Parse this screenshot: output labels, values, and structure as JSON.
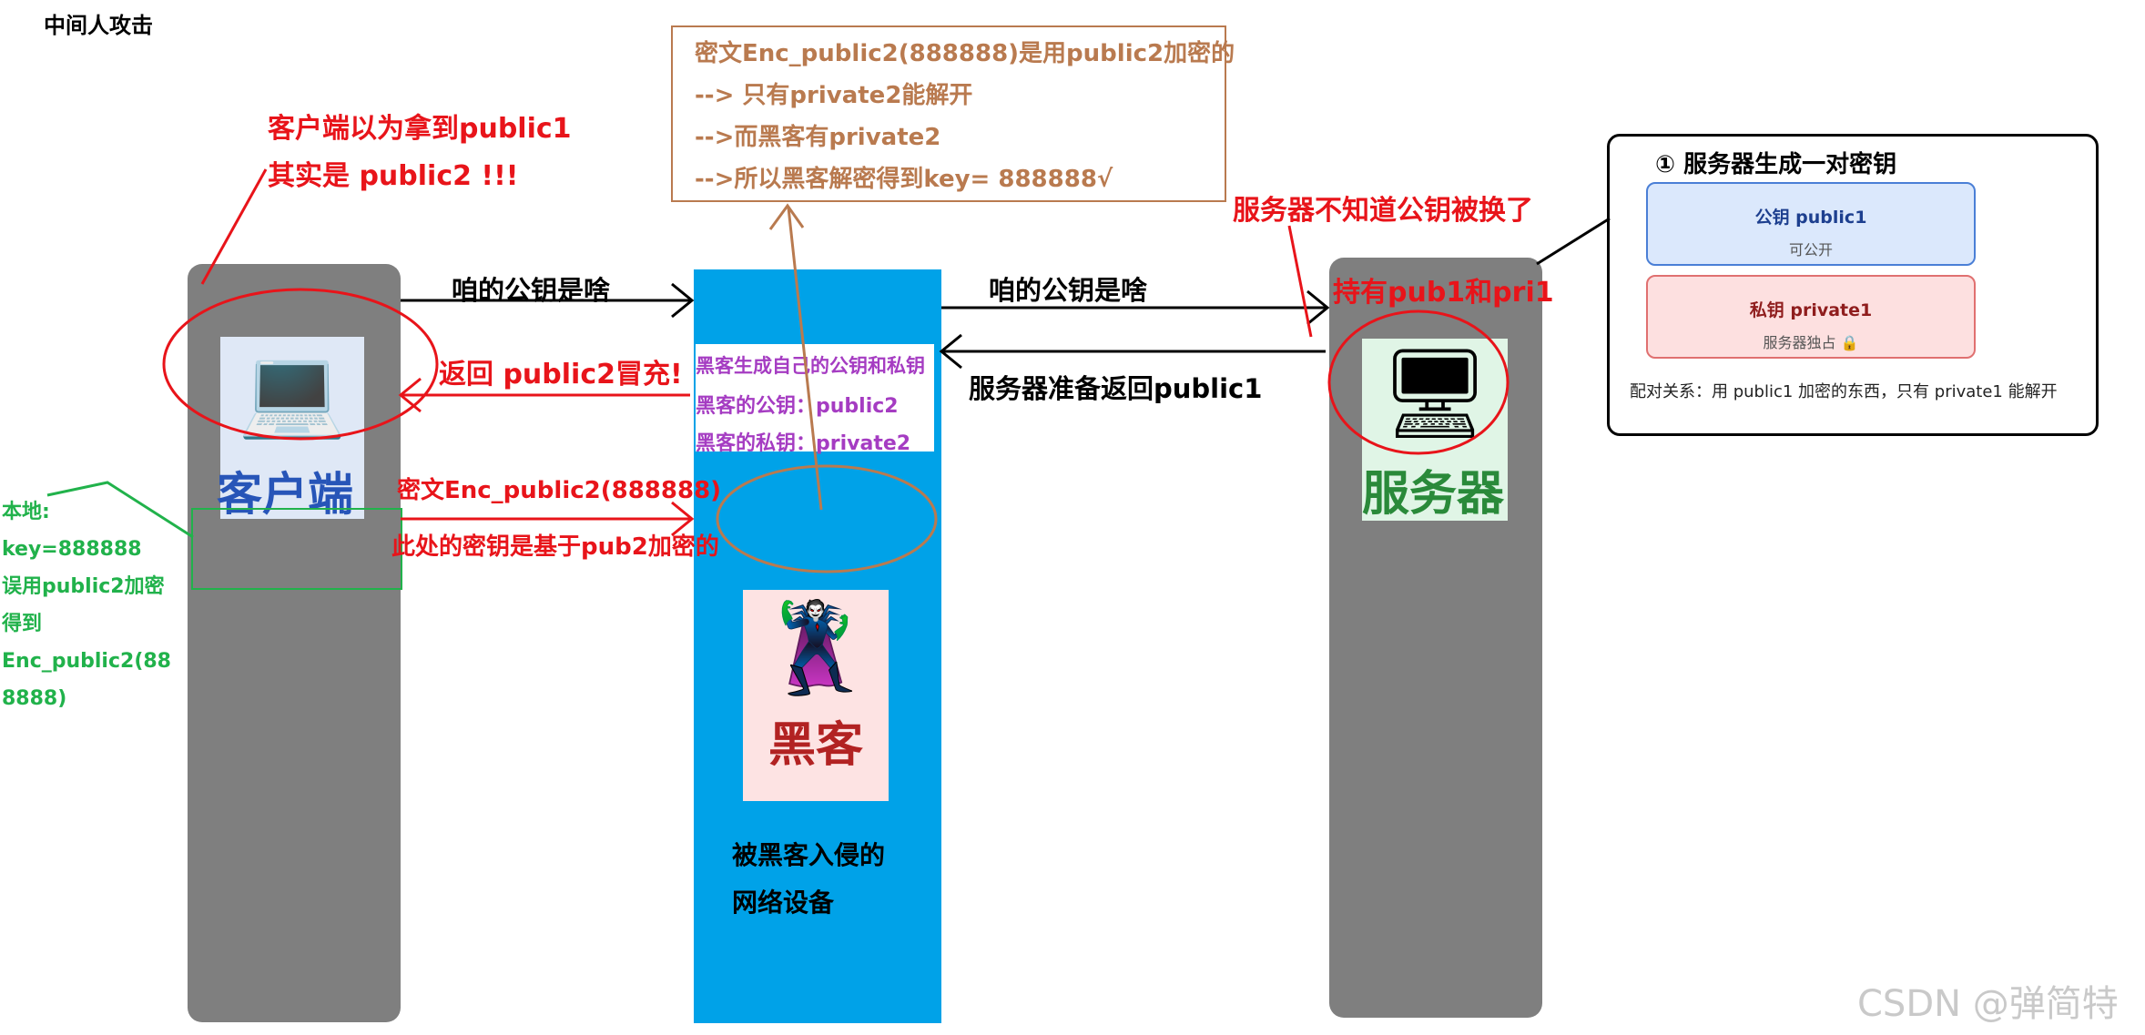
{
  "title": "中间人攻击",
  "client": {
    "icon": "laptop-icon",
    "icon_char": "💻",
    "label": "客户端",
    "note_line1": "客户端以为拿到public1",
    "note_line2": "其实是 public2 !!!"
  },
  "local_note": [
    "本地:",
    "key=888888",
    "误用public2加密",
    "得到",
    "Enc_public2(88",
    "8888)"
  ],
  "arrows": {
    "client_ask": "咱的公钥是啥",
    "return_fake": "返回 public2冒充!",
    "cipher": "密文Enc_public2(888888)",
    "cipher_note": "此处的密钥是基于pub2加密的",
    "hacker_ask": "咱的公钥是啥",
    "server_return": "服务器准备返回public1"
  },
  "hacker": {
    "gen_title": "黑客生成自己的公钥和私钥",
    "pub": "黑客的公钥：public2",
    "priv": "黑客的私钥：private2",
    "icon": "hacker-icon",
    "icon_char": "🦹",
    "label": "黑客",
    "device_line1": "被黑客入侵的",
    "device_line2": "网络设备"
  },
  "explain_box": [
    "密文Enc_public2(888888)是用public2加密的",
    "--> 只有private2能解开",
    "-->而黑客有private2",
    "-->所以黑客解密得到key= 888888√"
  ],
  "server": {
    "icon": "desktop-computer-icon",
    "icon_char": "🖥",
    "label": "服务器",
    "unaware_note": "服务器不知道公钥被换了",
    "holds_note": "持有pub1和pri1"
  },
  "keypair_panel": {
    "title": "① 服务器生成一对密钥",
    "public": {
      "name": "公钥 public1",
      "desc": "可公开"
    },
    "private": {
      "name": "私钥 private1",
      "desc": "服务器独占 🔒"
    },
    "relation": "配对关系：用 public1 加密的东西，只有 private1 能解开"
  },
  "watermark": "CSDN @弹简特"
}
